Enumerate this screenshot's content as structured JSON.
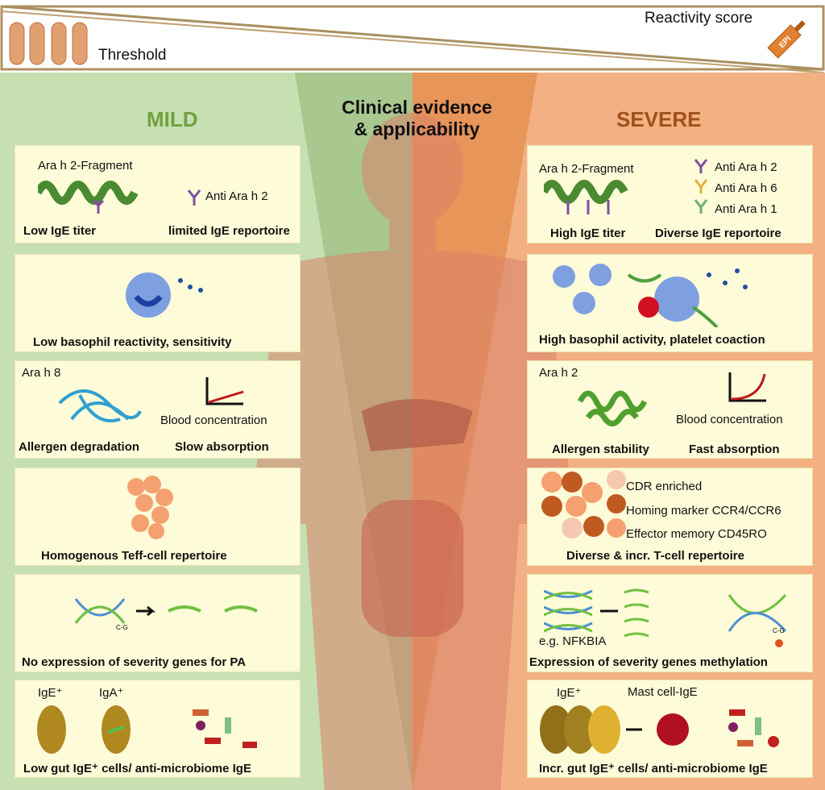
{
  "top_bar": {
    "threshold_label": "Threshold",
    "reactivity_label": "Reactivity score",
    "syringe_label": "EPI"
  },
  "center_title": {
    "line1": "Clinical evidence",
    "line2": "& applicability"
  },
  "mild": {
    "heading": "MILD",
    "color": "#70a040",
    "panels": [
      {
        "labels": [
          "Ara h 2-Fragment",
          "Anti Ara h 2"
        ],
        "caption_left": "Low IgE titer",
        "caption_right": "limited IgE reportoire"
      },
      {
        "caption": "Low basophil reactivity, sensitivity"
      },
      {
        "labels": [
          "Ara h 8",
          "Blood concentration"
        ],
        "caption_left": "Allergen degradation",
        "caption_right": "Slow absorption"
      },
      {
        "caption": "Homogenous Teff-cell repertoire"
      },
      {
        "labels": [
          "C-G"
        ],
        "caption": "No expression of severity genes for PA"
      },
      {
        "labels": [
          "IgE⁺",
          "IgA⁺"
        ],
        "caption": "Low gut IgE⁺ cells/ anti-microbiome IgE"
      }
    ]
  },
  "severe": {
    "heading": "SEVERE",
    "color": "#a0501c",
    "panels": [
      {
        "labels": [
          "Ara h 2-Fragment",
          "Anti Ara h 2",
          "Anti Ara h 6",
          "Anti Ara h 1"
        ],
        "caption_left": "High IgE titer",
        "caption_right": "Diverse IgE reportoire"
      },
      {
        "caption": "High basophil activity, platelet coaction"
      },
      {
        "labels": [
          "Ara h 2",
          "Blood concentration"
        ],
        "caption_left": "Allergen stability",
        "caption_right": "Fast absorption"
      },
      {
        "labels": [
          "CDR enriched",
          "Homing marker CCR4/CCR6",
          "Effector memory CD45RO"
        ],
        "caption": "Diverse & incr. T-cell repertoire"
      },
      {
        "labels": [
          "e.g. NFKBIA",
          "C-G"
        ],
        "caption": "Expression of severity genes methylation"
      },
      {
        "labels": [
          "IgE⁺",
          "Mast cell-IgE"
        ],
        "caption": "Incr. gut IgE⁺ cells/ anti-microbiome IgE"
      }
    ]
  }
}
